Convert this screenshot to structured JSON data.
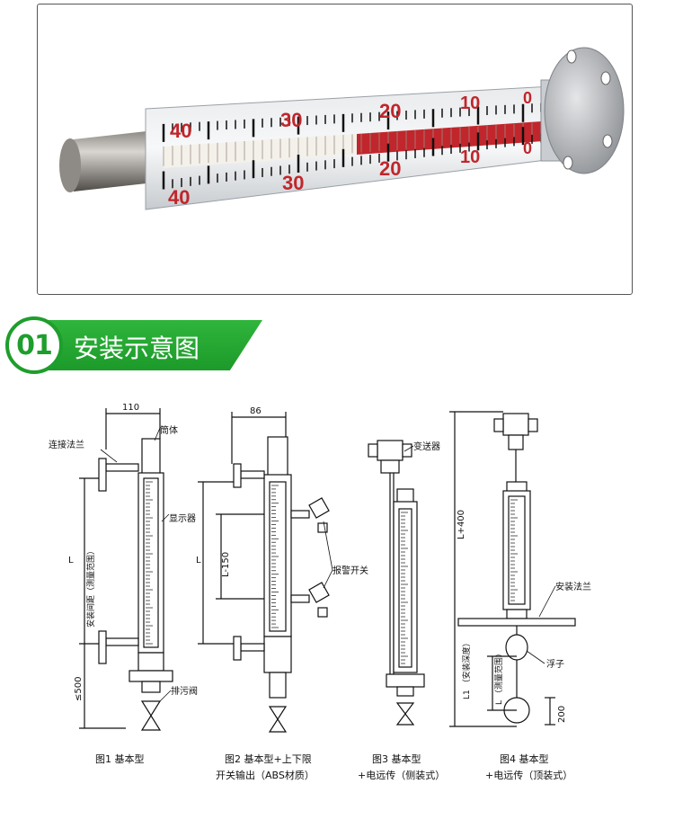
{
  "photo": {
    "scale_top": [
      "40",
      "30",
      "20",
      "10",
      "0"
    ],
    "scale_bottom": [
      "40",
      "30",
      "20",
      "10",
      "0"
    ],
    "colors": {
      "red_indicator": "#c0262b",
      "scale_text": "#c0262b",
      "steel": "#b9bdc2"
    }
  },
  "section": {
    "number": "01",
    "title": "安装示意图",
    "accent": "#1e9e2c"
  },
  "diagram": {
    "fig1": {
      "dim_top": "110",
      "label_body": "筒体",
      "label_flange": "连接法兰",
      "label_display": "显示器",
      "label_range": "安装间距（测量范围）",
      "label_L": "L",
      "label_bottom_dim": "≤500",
      "label_drain": "排污阀",
      "caption": "图1 基本型"
    },
    "fig2": {
      "dim_top": "86",
      "label_L": "L",
      "label_L150": "L-150",
      "label_switch": "报警开关",
      "caption_line1": "图2 基本型+上下限",
      "caption_line2": "开关输出（ABS材质）"
    },
    "fig3": {
      "label_transmitter": "变送器",
      "caption_line1": "图3 基本型",
      "caption_line2": "+电远传（侧装式）"
    },
    "fig4": {
      "label_L400": "L+400",
      "label_mount_flange": "安装法兰",
      "label_depth": "L1 （安装深度）",
      "label_float": "浮子",
      "label_range": "L （测量范围）",
      "label_200": "200",
      "caption_line1": "图4 基本型",
      "caption_line2": "+电远传（顶装式）"
    }
  }
}
